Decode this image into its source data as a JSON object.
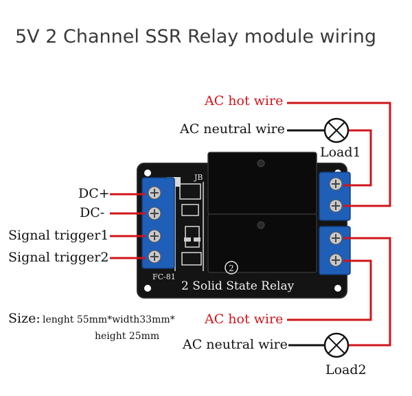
{
  "title": "5V 2 Channel SSR Relay module wiring",
  "labels": {
    "ac_hot_1": "AC  hot wire",
    "ac_neutral_1": "AC neutral wire",
    "load1": "Load1",
    "dc_plus": "DC+",
    "dc_minus": "DC-",
    "signal1": "Signal trigger1",
    "signal2": "Signal trigger2",
    "ac_hot_2": "AC hot wire",
    "ac_neutral_2": "AC neutral wire",
    "load2": "Load2",
    "size_label": "Size:",
    "size_dims": "lenght 55mm*width33mm*",
    "size_height": "height 25mm"
  },
  "board": {
    "label": "2 Solid State Relay",
    "model": "FC-81",
    "channel_mark": "2",
    "relay_mark": "JB"
  },
  "colors": {
    "wire_red": "#d0141a",
    "wire_dark": "#111111",
    "terminal_blue": "#1f5fb8",
    "board_black": "#141414"
  }
}
